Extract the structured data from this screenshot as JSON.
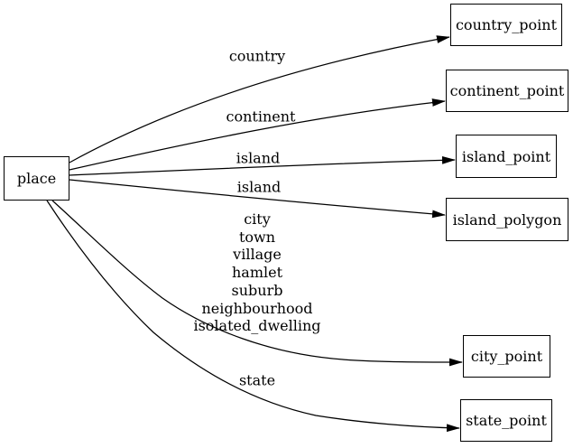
{
  "diagram": {
    "background_color": "#ffffff",
    "node_fill_color": "#ffffff",
    "line_color": "#000000",
    "text_color": "#000000",
    "nodes": [
      {
        "id": "place",
        "label": "place"
      },
      {
        "id": "country_point",
        "label": "country_point"
      },
      {
        "id": "continent_point",
        "label": "continent_point"
      },
      {
        "id": "island_point",
        "label": "island_point"
      },
      {
        "id": "island_polygon",
        "label": "island_polygon"
      },
      {
        "id": "city_point",
        "label": "city_point"
      },
      {
        "id": "state_point",
        "label": "state_point"
      }
    ],
    "edges": [
      {
        "from": "place",
        "to": "country_point",
        "label": "country"
      },
      {
        "from": "place",
        "to": "continent_point",
        "label": "continent"
      },
      {
        "from": "place",
        "to": "island_point",
        "label": "island"
      },
      {
        "from": "place",
        "to": "island_polygon",
        "label": "island"
      },
      {
        "from": "place",
        "to": "city_point",
        "label_lines": [
          "city",
          "town",
          "village",
          "hamlet",
          "suburb",
          "neighbourhood",
          "isolated_dwelling"
        ]
      },
      {
        "from": "place",
        "to": "state_point",
        "label": "state"
      }
    ]
  }
}
